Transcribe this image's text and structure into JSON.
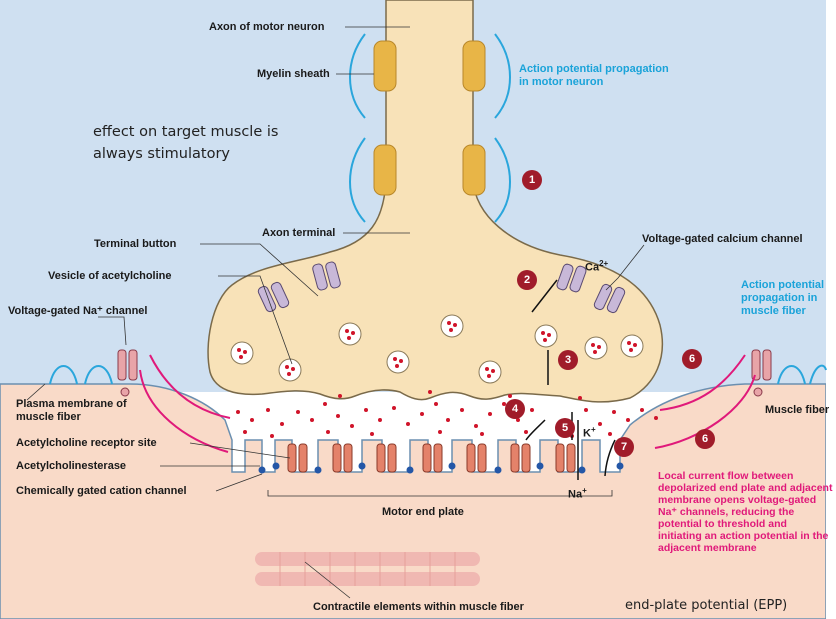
{
  "labels": {
    "axon_motor_neuron": "Axon of motor neuron",
    "myelin_sheath": "Myelin sheath",
    "ap_motor_neuron": "Action potential propagation in motor neuron",
    "axon_terminal": "Axon terminal",
    "terminal_button": "Terminal button",
    "vesicle_ach": "Vesicle of acetylcholine",
    "vg_na_channel": "Voltage-gated Na⁺ channel",
    "plasma_membrane": "Plasma membrane of muscle fiber",
    "ach_receptor_site": "Acetylcholine receptor site",
    "acetylcholinesterase": "Acetylcholinesterase",
    "chem_gated_channel": "Chemically gated cation channel",
    "motor_end_plate": "Motor end plate",
    "contractile_elements": "Contractile elements within muscle fiber",
    "vg_ca_channel": "Voltage-gated calcium channel",
    "ap_muscle_fiber": "Action potential propagation in muscle fiber",
    "muscle_fiber": "Muscle fiber",
    "ca": "Ca",
    "ca_charge": "2+",
    "k": "K",
    "k_charge": "+",
    "na": "Na",
    "na_charge": "+",
    "local_current": "Local current flow between depolarized end plate and adjacent membrane opens voltage-gated Na⁺ channels, reducing the potential to threshold and initiating an action potential in the adjacent membrane"
  },
  "annotations": {
    "effect_note": "effect on target muscle is always stimulatory",
    "epp": "end-plate potential (EPP)"
  },
  "steps": [
    "1",
    "2",
    "3",
    "4",
    "5",
    "6",
    "6",
    "7"
  ],
  "colors": {
    "background_top": "#cfe0f1",
    "muscle": "#f9dac8",
    "axon": "#f8e2b8",
    "myelin": "#e8b547",
    "step_marker": "#a01c2a",
    "ach_dot": "#d0142a",
    "esterase_dot": "#2457a7",
    "label_blue": "#1aa3d9",
    "label_pink": "#e0197a"
  }
}
